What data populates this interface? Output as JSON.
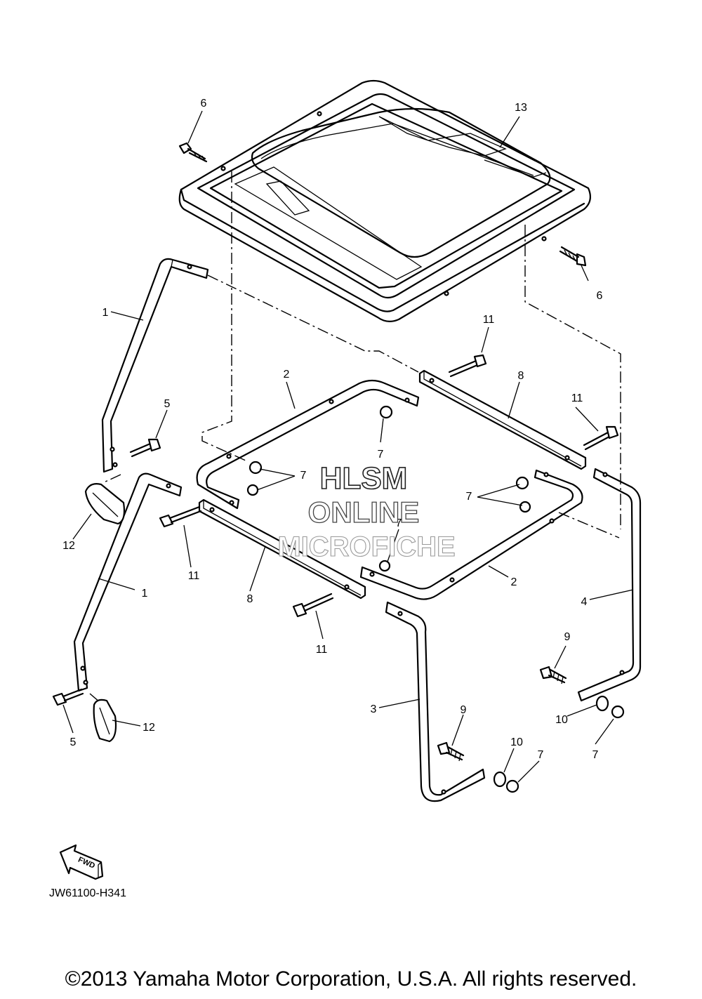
{
  "callouts": [
    {
      "id": "c1a",
      "text": "1"
    },
    {
      "id": "c1b",
      "text": "1"
    },
    {
      "id": "c2a",
      "text": "2"
    },
    {
      "id": "c2b",
      "text": "2"
    },
    {
      "id": "c3",
      "text": "3"
    },
    {
      "id": "c4",
      "text": "4"
    },
    {
      "id": "c5a",
      "text": "5"
    },
    {
      "id": "c5b",
      "text": "5"
    },
    {
      "id": "c6a",
      "text": "6"
    },
    {
      "id": "c6b",
      "text": "6"
    },
    {
      "id": "c7a",
      "text": "7"
    },
    {
      "id": "c7b",
      "text": "7"
    },
    {
      "id": "c7c",
      "text": "7"
    },
    {
      "id": "c7d",
      "text": "7"
    },
    {
      "id": "c7e",
      "text": "7"
    },
    {
      "id": "c7f",
      "text": "7"
    },
    {
      "id": "c8a",
      "text": "8"
    },
    {
      "id": "c8b",
      "text": "8"
    },
    {
      "id": "c9a",
      "text": "9"
    },
    {
      "id": "c9b",
      "text": "9"
    },
    {
      "id": "c10a",
      "text": "10"
    },
    {
      "id": "c10b",
      "text": "10"
    },
    {
      "id": "c11a",
      "text": "11"
    },
    {
      "id": "c11b",
      "text": "11"
    },
    {
      "id": "c11c",
      "text": "11"
    },
    {
      "id": "c11d",
      "text": "11"
    },
    {
      "id": "c12a",
      "text": "12"
    },
    {
      "id": "c12b",
      "text": "12"
    },
    {
      "id": "c13",
      "text": "13"
    }
  ],
  "watermark": {
    "line1": "HLSM",
    "line2": "ONLINE",
    "line3": "MICROFICHE"
  },
  "fwd_label": "FWD",
  "diagram_code": "JW61100-H341",
  "copyright": "©2013 Yamaha Motor Corporation, U.S.A. All rights reserved.",
  "colors": {
    "ink": "#000000",
    "background": "#ffffff"
  }
}
